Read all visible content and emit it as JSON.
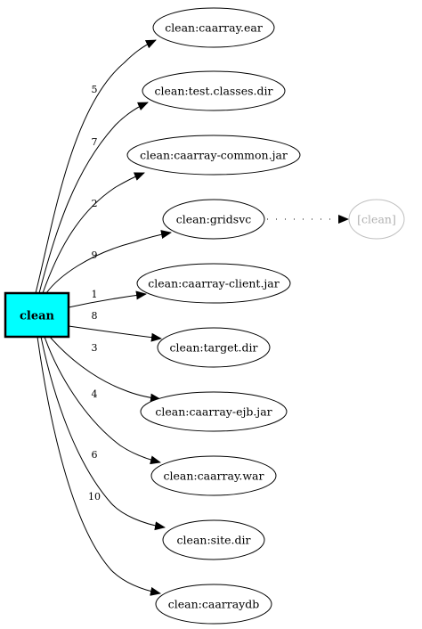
{
  "root": {
    "label": "clean",
    "fill": "#00ffff",
    "stroke": "#000000"
  },
  "targets": [
    {
      "id": "ear",
      "label": "clean:caarray.ear",
      "order": "5"
    },
    {
      "id": "testclasses",
      "label": "clean:test.classes.dir",
      "order": "7"
    },
    {
      "id": "common",
      "label": "clean:caarray-common.jar",
      "order": "2"
    },
    {
      "id": "gridsvc",
      "label": "clean:gridsvc",
      "order": "9"
    },
    {
      "id": "client",
      "label": "clean:caarray-client.jar",
      "order": "1"
    },
    {
      "id": "target",
      "label": "clean:target.dir",
      "order": "8"
    },
    {
      "id": "ejb",
      "label": "clean:caarray-ejb.jar",
      "order": "3"
    },
    {
      "id": "war",
      "label": "clean:caarray.war",
      "order": "4"
    },
    {
      "id": "site",
      "label": "clean:site.dir",
      "order": "6"
    },
    {
      "id": "db",
      "label": "clean:caarraydb",
      "order": "10"
    }
  ],
  "external": {
    "label": "[clean]",
    "stroke": "#c0c0c0",
    "text_color": "#b0b0b0"
  }
}
